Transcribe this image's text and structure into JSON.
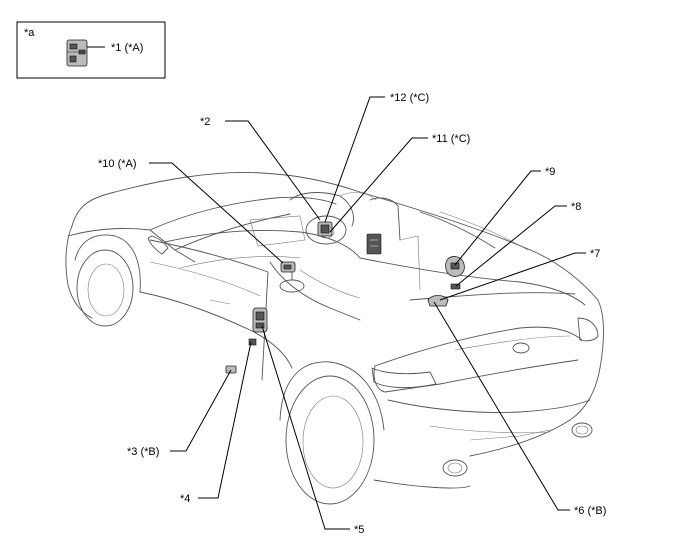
{
  "legend": {
    "key": "*a",
    "item": "*1 (*A)"
  },
  "callouts": {
    "c2": "*2",
    "c3": "*3 (*B)",
    "c4": "*4",
    "c5": "*5",
    "c6": "*6 (*B)",
    "c7": "*7",
    "c8": "*8",
    "c9": "*9",
    "c10": "*10 (*A)",
    "c11": "*11 (*C)",
    "c12": "*12 (*C)"
  }
}
